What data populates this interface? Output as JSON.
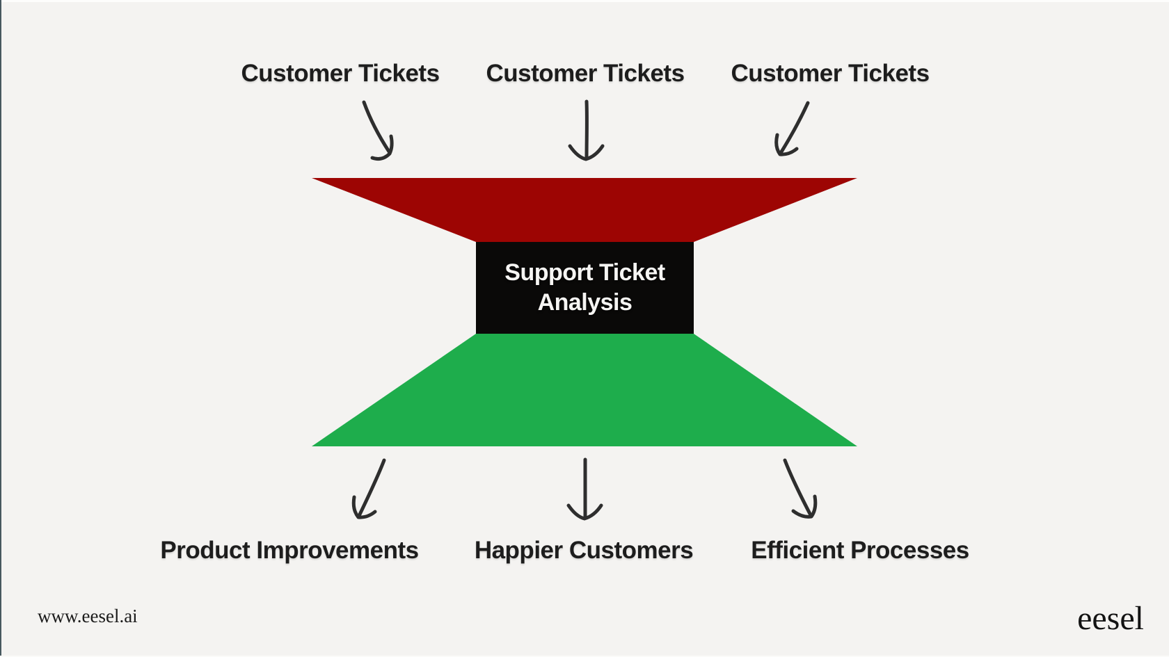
{
  "page": {
    "background_color": "#f4f3f1",
    "top_edge_color": "#fdfdfc",
    "left_edge_color": "#47585f"
  },
  "diagram": {
    "inputs": [
      {
        "label": "Customer Tickets"
      },
      {
        "label": "Customer Tickets"
      },
      {
        "label": "Customer Tickets"
      }
    ],
    "center": {
      "title_line1": "Support Ticket",
      "title_line2": "Analysis"
    },
    "outputs": [
      {
        "label": "Product Improvements"
      },
      {
        "label": "Happier Customers"
      },
      {
        "label": "Efficient Processes"
      }
    ],
    "colors": {
      "funnel_top": "#9d0503",
      "funnel_bottom": "#1ead4c",
      "center_box": "#0a0908",
      "arrow": "#2e2e2e",
      "label_text": "#1d1d1d",
      "title_text": "#f6f5f3"
    }
  },
  "footer": {
    "website": "www.eesel.ai",
    "brand": "eesel"
  }
}
